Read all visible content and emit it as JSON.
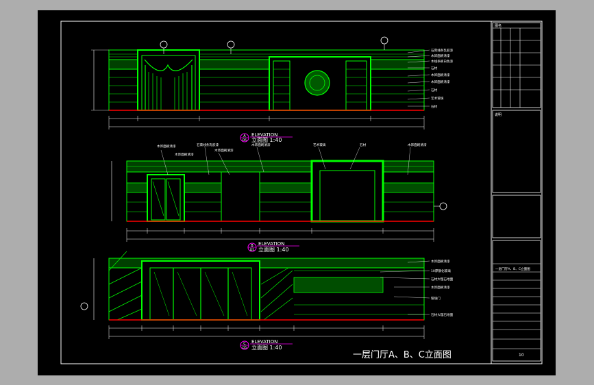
{
  "drawing_title": "一层门厅A、B、C立面图",
  "elevations": [
    {
      "id": "A",
      "tag_top": "A",
      "tag_bottom": "D5",
      "heading": "ELEVATION",
      "subheading": "立面图  1:40",
      "notes": [
        "石膏线条乳胶漆",
        "木饰面刷清漆",
        "木线条刷白色漆",
        "石材",
        "木饰面刷清漆",
        "木饰面刷清漆",
        "石材",
        "艺术玻璃",
        "石材"
      ]
    },
    {
      "id": "B",
      "tag_top": "B",
      "tag_bottom": "D5",
      "heading": "ELEVATION",
      "subheading": "立面图  1:40",
      "notes": [
        "木饰面刷清漆",
        "石膏线条乳胶漆",
        "木饰面刷清漆",
        "木饰面刷清漆",
        "艺术玻璃",
        "石材",
        "木饰面刷清漆",
        "木饰面刷清漆"
      ]
    },
    {
      "id": "C",
      "tag_top": "C",
      "tag_bottom": "D5",
      "heading": "ELEVATION",
      "subheading": "立面图  1:40",
      "notes": [
        "木饰面刷清漆",
        "10厚钢化玻璃",
        "石材大理石地面",
        "木饰面刷清漆",
        "玻璃门",
        "石材大理石地面"
      ]
    }
  ],
  "title_block": {
    "cell_top": "图名",
    "cell_notes": "说明",
    "cell_drawing_name": "一层门厅A、B、C立面图",
    "sheet_no": "10"
  },
  "colors": {
    "background": "#000000",
    "outer": "#adadad",
    "wall": "#00ff00",
    "frame": "#ffffff",
    "tag": "#ff00ff",
    "floor": "#ff0000",
    "dimension": "#ffff66"
  }
}
